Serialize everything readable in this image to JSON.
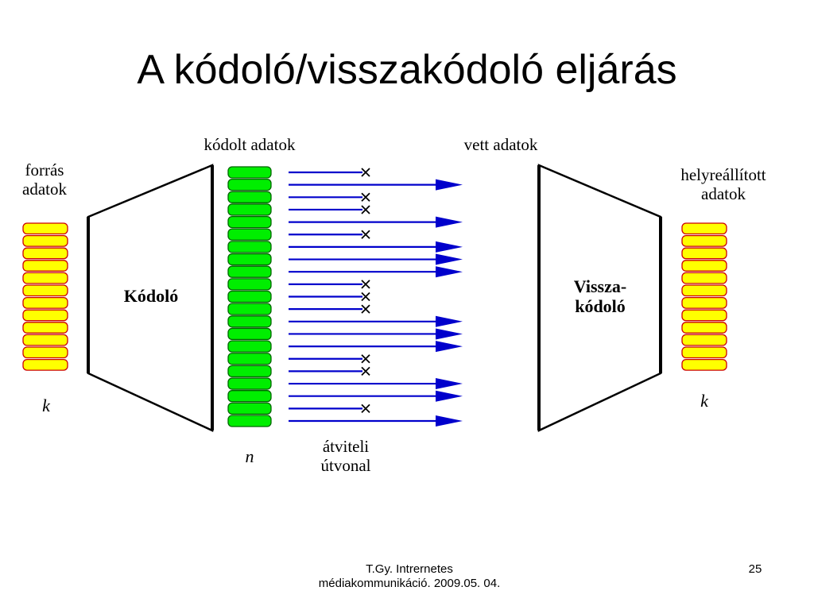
{
  "slide": {
    "title": "A kódoló/visszakódoló eljárás"
  },
  "diagram": {
    "labels": {
      "source_line1": "forrás",
      "source_line2": "adatok",
      "encoded": "kódolt adatok",
      "received": "vett adatok",
      "restored_line1": "helyreállított",
      "restored_line2": "adatok",
      "encoder": "Kódoló",
      "decoder_line1": "Vissza-",
      "decoder_line2": "kódoló",
      "k_left": "k",
      "k_right": "k",
      "n": "n",
      "channel_line1": "átviteli",
      "channel_line2": "útvonal"
    },
    "source_block_count": 12,
    "encoded_block_count": 21,
    "restored_block_count": 12,
    "channel_paths": [
      {
        "status": "lost"
      },
      {
        "status": "received"
      },
      {
        "status": "lost"
      },
      {
        "status": "lost"
      },
      {
        "status": "received"
      },
      {
        "status": "lost"
      },
      {
        "status": "received"
      },
      {
        "status": "received"
      },
      {
        "status": "received"
      },
      {
        "status": "lost"
      },
      {
        "status": "lost"
      },
      {
        "status": "lost"
      },
      {
        "status": "received"
      },
      {
        "status": "received"
      },
      {
        "status": "received"
      },
      {
        "status": "lost"
      },
      {
        "status": "lost"
      },
      {
        "status": "received"
      },
      {
        "status": "received"
      },
      {
        "status": "lost"
      },
      {
        "status": "received"
      }
    ],
    "colors": {
      "source_fill": "#ffff00",
      "source_stroke": "#cc0000",
      "encoded_fill": "#00ee00",
      "encoded_stroke": "#006600",
      "arrow": "#0000cc",
      "outline": "#000000"
    }
  },
  "footer": {
    "text_line1": "T.Gy. Intrernetes",
    "text_line2": "médiakommunikáció. 2009.05. 04.",
    "page_number": "25"
  }
}
